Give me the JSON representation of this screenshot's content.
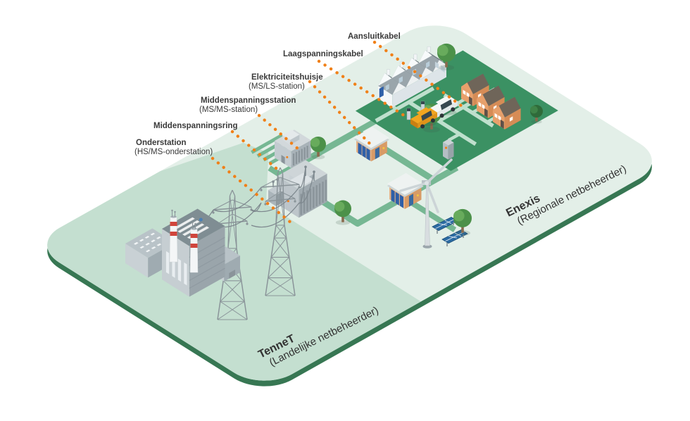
{
  "diagram": {
    "type": "isometric-energy-grid-diagram",
    "labels": [
      {
        "id": "aansluitkabel",
        "text": "Aansluitkabel",
        "sub": ""
      },
      {
        "id": "laagspanningskabel",
        "text": "Laagspanningskabel",
        "sub": ""
      },
      {
        "id": "elektriciteitshuisje",
        "text": "Elektriciteitshuisje",
        "sub": "(MS/LS-station)"
      },
      {
        "id": "middenspanningsstation",
        "text": "Middenspanningsstation",
        "sub": "(MS/MS-station)"
      },
      {
        "id": "middenspanningsring",
        "text": "Middenspanningsring",
        "sub": ""
      },
      {
        "id": "onderstation",
        "text": "Onderstation",
        "sub": "(HS/MS-onderstation)"
      }
    ],
    "regions": [
      {
        "id": "tennet",
        "name": "TenneT",
        "role": "(Landelijke netbeheerder)"
      },
      {
        "id": "enexis",
        "name": "Enexis",
        "role": "(Regionale netbeheerder)"
      }
    ],
    "scene_elements": [
      "power-plant",
      "transmission-towers",
      "onderstation-building",
      "middenspanningsstation-building",
      "elektriciteitshuisje-building",
      "wind-turbine",
      "solar-panels",
      "row-houses",
      "detached-houses",
      "electric-cars",
      "charging-stations",
      "utility-cabinet",
      "trees"
    ],
    "colors": {
      "platform": "#e3efe8",
      "tennetArea": "#c4dfd0",
      "edge": "#3877534",
      "edgeDark": "#377753",
      "patch": "#3b9163",
      "ring": "#76b793",
      "pathLight": "#bfe0cd",
      "orange": "#f08018",
      "text": "#3a3a3a",
      "pylon": "#8a9499",
      "wire": "#7d878d",
      "grayLight": "#c9d1d5",
      "grayMid": "#a6b0b6",
      "grayDark": "#7f8d93",
      "white": "#f6f8f9",
      "red": "#d0453c",
      "blueDoor": "#2e5fa8",
      "wallOrange": "#e8a06b",
      "wallOrangeD": "#d68c56",
      "panelBlue": "#2b6ba3",
      "treeGreen": "#4c9149",
      "treeLight": "#68ab5c",
      "treeDark": "#2f6b3a",
      "trunk": "#8a6a4d",
      "carOrange": "#f2a51f",
      "roofDark": "#6e7a80",
      "roofLight": "#9aa5ab"
    }
  }
}
